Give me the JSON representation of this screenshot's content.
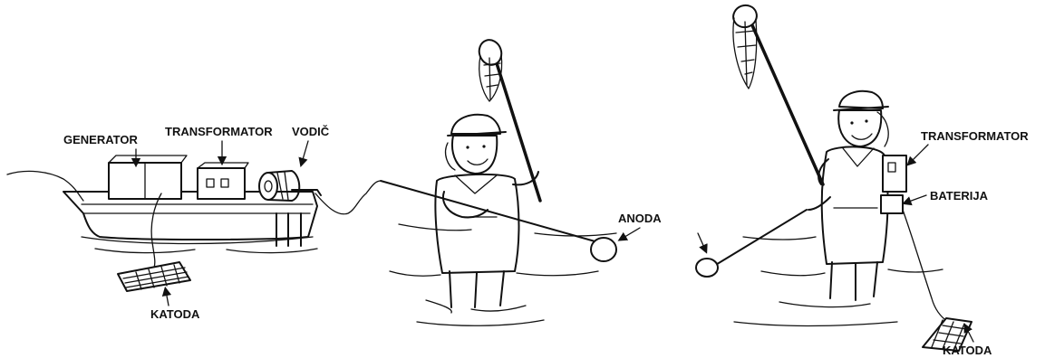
{
  "left_scene": {
    "labels": {
      "generator": "GENERATOR",
      "transformator": "TRANSFORMATOR",
      "vodic": "VODIČ",
      "katoda": "KATODA"
    }
  },
  "center": {
    "anoda": "ANODA"
  },
  "right_scene": {
    "labels": {
      "transformator": "TRANSFORMATOR",
      "baterija": "BATERIJA",
      "katoda": "KATODA"
    }
  }
}
